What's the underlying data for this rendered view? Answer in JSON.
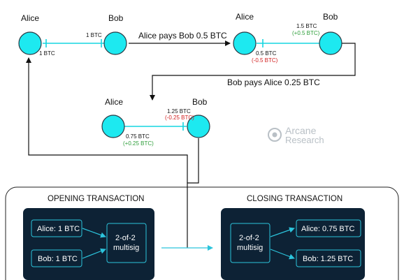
{
  "colors": {
    "node_fill": "#1de9f0",
    "node_stroke": "#2a3a44",
    "channel": "#15d5e0",
    "panel_dark": "#0d2235",
    "box_stroke": "#2cc4dc",
    "positive": "#2e9e3a",
    "negative": "#d11e1e"
  },
  "states": [
    {
      "left_name": "Alice",
      "right_name": "Bob",
      "left_amount": "1 BTC",
      "right_amount": "1 BTC"
    },
    {
      "left_name": "Alice",
      "right_name": "Bob",
      "left_amount": "0.5 BTC",
      "left_delta": "(-0.5 BTC)",
      "right_amount": "1.5 BTC",
      "right_delta": "(+0.5 BTC)"
    },
    {
      "left_name": "Alice",
      "right_name": "Bob",
      "left_amount": "0.75 BTC",
      "left_delta": "(+0.25 BTC)",
      "right_amount": "1.25 BTC",
      "right_delta": "(-0.25 BTC)"
    }
  ],
  "steps": {
    "pay1": "Alice pays Bob 0.5 BTC",
    "pay2": "Bob pays Alice 0.25 BTC"
  },
  "watermark": {
    "line1": "Arcane",
    "line2": "Research",
    "icon": "arcane-logo-icon"
  },
  "opening": {
    "title": "OPENING TRANSACTION",
    "inputs": [
      "Alice: 1 BTC",
      "Bob: 1 BTC"
    ],
    "multisig": [
      "2-of-2",
      "multisig"
    ]
  },
  "closing": {
    "title": "CLOSING TRANSACTION",
    "multisig": [
      "2-of-2",
      "multisig"
    ],
    "outputs": [
      "Alice: 0.75 BTC",
      "Bob: 1.25 BTC"
    ]
  }
}
